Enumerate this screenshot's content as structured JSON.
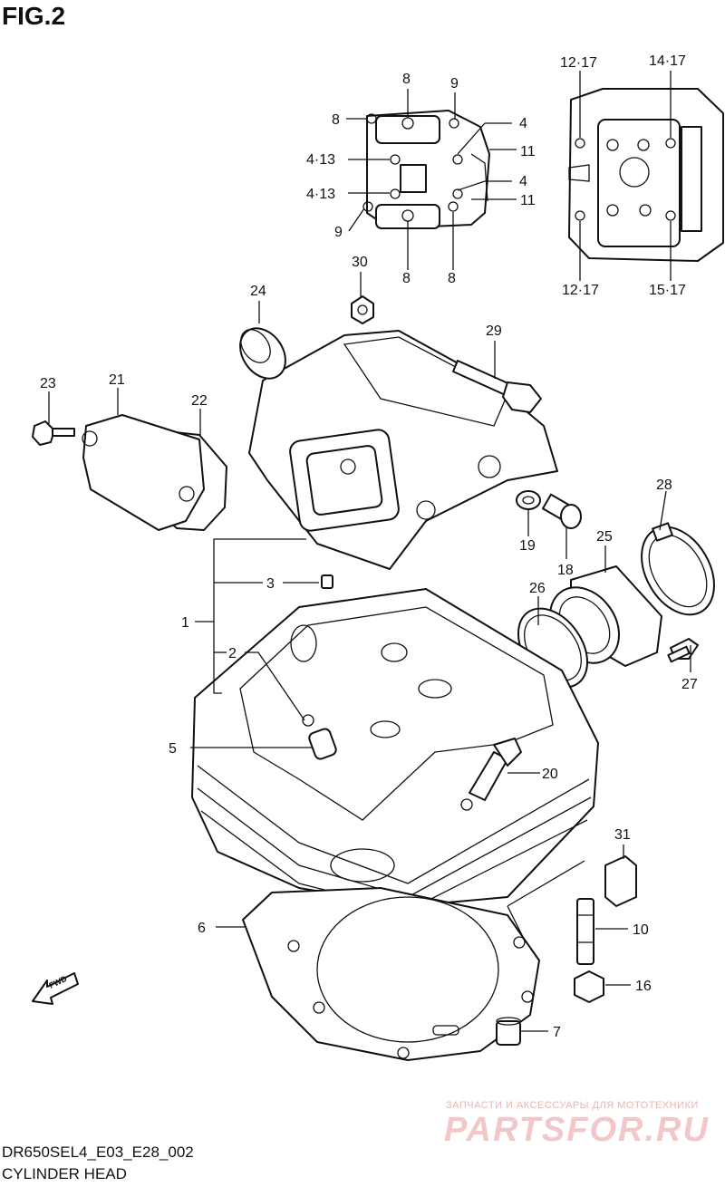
{
  "figure": {
    "title": "FIG.2"
  },
  "callouts": {
    "c1": "1",
    "c2": "2",
    "c3": "3",
    "c5": "5",
    "c6": "6",
    "c7": "7",
    "c8a": "8",
    "c8b": "8",
    "c8c": "8",
    "c8d": "8",
    "c9a": "9",
    "c9b": "9",
    "c4a": "4",
    "c4b": "4",
    "c413a": "4·13",
    "c413b": "4·13",
    "c11a": "11",
    "c11b": "11",
    "c1217a": "12·17",
    "c1217b": "12·17",
    "c1417": "14·17",
    "c1517": "15·17",
    "c10": "10",
    "c16": "16",
    "c18": "18",
    "c19": "19",
    "c20": "20",
    "c21": "21",
    "c22": "22",
    "c23": "23",
    "c24": "24",
    "c25": "25",
    "c26": "26",
    "c27": "27",
    "c28": "28",
    "c29": "29",
    "c30": "30",
    "c31": "31"
  },
  "fwd_label": "FWD",
  "footer": {
    "code": "DR650SEL4_E03_E28_002",
    "name": "CYLINDER HEAD"
  },
  "watermark": {
    "tagline": "ЗАПЧАСТИ И АКСЕССУАРЫ ДЛЯ МОТОТЕХНИКИ",
    "logo": "PARTSFOR.RU"
  }
}
